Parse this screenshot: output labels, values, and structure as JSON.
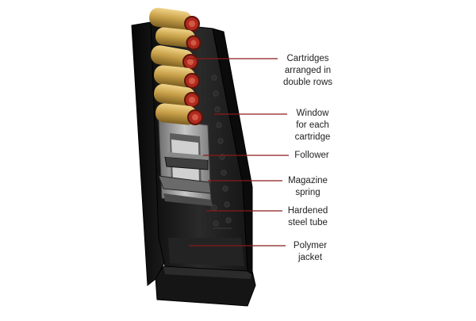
{
  "callouts": [
    {
      "lines": [
        "Cartridges",
        "arranged in",
        "double rows"
      ]
    },
    {
      "lines": [
        "Window",
        "for each",
        "cartridge"
      ]
    },
    {
      "lines": [
        "Follower"
      ]
    },
    {
      "lines": [
        "Magazine",
        "spring"
      ]
    },
    {
      "lines": [
        "Hardened",
        "steel tube"
      ]
    },
    {
      "lines": [
        "Polymer",
        "jacket"
      ]
    }
  ],
  "colors": {
    "leader_line": "#8b1a1a",
    "jacket": "#1e1e1e",
    "cartridge_brass": "#c9a24a",
    "primer": "#b02a1e",
    "tube_steel": "#9a9a9a"
  }
}
